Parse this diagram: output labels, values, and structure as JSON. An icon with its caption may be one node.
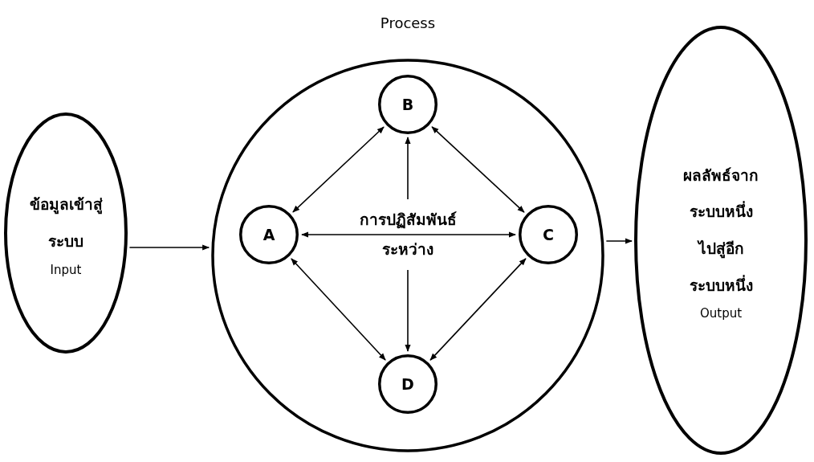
{
  "diagram": {
    "nodes": [
      {
        "text": [
          "ข้อมูลเข้าสู่ระบบ",
          "Input"
        ]
      },
      {
        "text": [
          "Process"
        ]
      },
      {
        "text": [
          "A"
        ],
        "in": 1
      },
      {
        "text": [
          "B"
        ],
        "in": 1
      },
      {
        "text": [
          "C"
        ],
        "in": 1
      },
      {
        "text": [
          "D"
        ],
        "in": 1
      },
      {
        "text": [
          "การปฏิสัมพันธ์",
          "ระหว่าง"
        ],
        "in": 1
      },
      {
        "text": [
          "ผลลัพธ์จากระบบหนึ่งไปสู่อีกระบบหนึ่ง",
          "Output"
        ]
      }
    ],
    "edges": [
      {
        "from": 0,
        "to": 1,
        "arrow": "to"
      },
      {
        "from": 1,
        "to": 7,
        "arrow": "to"
      },
      {
        "from": 2,
        "to": 3,
        "arrow": "both"
      },
      {
        "from": 3,
        "to": 4,
        "arrow": "both"
      },
      {
        "from": 2,
        "to": 4,
        "arrow": "both"
      },
      {
        "from": 6,
        "to": 3,
        "arrow": "to"
      },
      {
        "from": 6,
        "to": 5,
        "arrow": "to"
      },
      {
        "from": 2,
        "to": 5,
        "arrow": "both"
      },
      {
        "from": 4,
        "to": 5,
        "arrow": "both"
      }
    ]
  }
}
